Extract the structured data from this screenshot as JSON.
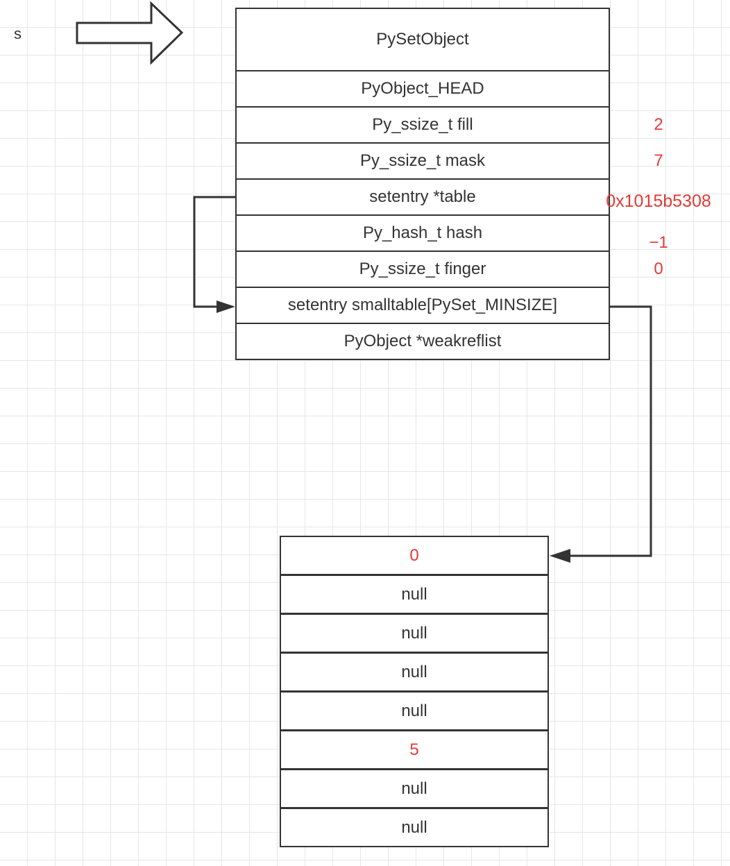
{
  "variable": "s",
  "struct": {
    "title": "PySetObject",
    "fields": [
      {
        "label": "PyObject_HEAD",
        "value": ""
      },
      {
        "label": "Py_ssize_t fill",
        "value": "2"
      },
      {
        "label": "Py_ssize_t mask",
        "value": "7"
      },
      {
        "label": "setentry *table",
        "value": "0x1015b5308"
      },
      {
        "label": "Py_hash_t hash",
        "value": "−1"
      },
      {
        "label": "Py_ssize_t finger",
        "value": "0"
      },
      {
        "label": "setentry smalltable[PySet_MINSIZE]",
        "value": ""
      },
      {
        "label": "PyObject *weakreflist",
        "value": ""
      }
    ]
  },
  "smalltable": [
    {
      "text": "0",
      "highlight": true
    },
    {
      "text": "null",
      "highlight": false
    },
    {
      "text": "null",
      "highlight": false
    },
    {
      "text": "null",
      "highlight": false
    },
    {
      "text": "null",
      "highlight": false
    },
    {
      "text": "5",
      "highlight": true
    },
    {
      "text": "null",
      "highlight": false
    },
    {
      "text": "null",
      "highlight": false
    }
  ],
  "colors": {
    "value_red": "#e53935",
    "line": "#333333"
  }
}
